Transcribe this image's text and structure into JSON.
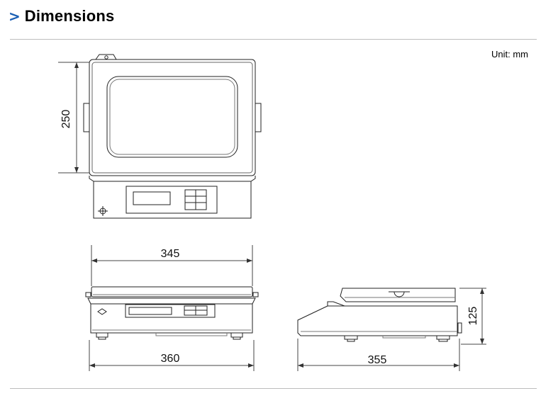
{
  "header": {
    "chevron": ">",
    "title": "Dimensions"
  },
  "unit_label": "Unit: mm",
  "dimensions": {
    "top_depth": "250",
    "front_width_top": "345",
    "front_width_bottom": "360",
    "side_depth": "355",
    "side_height": "125"
  }
}
